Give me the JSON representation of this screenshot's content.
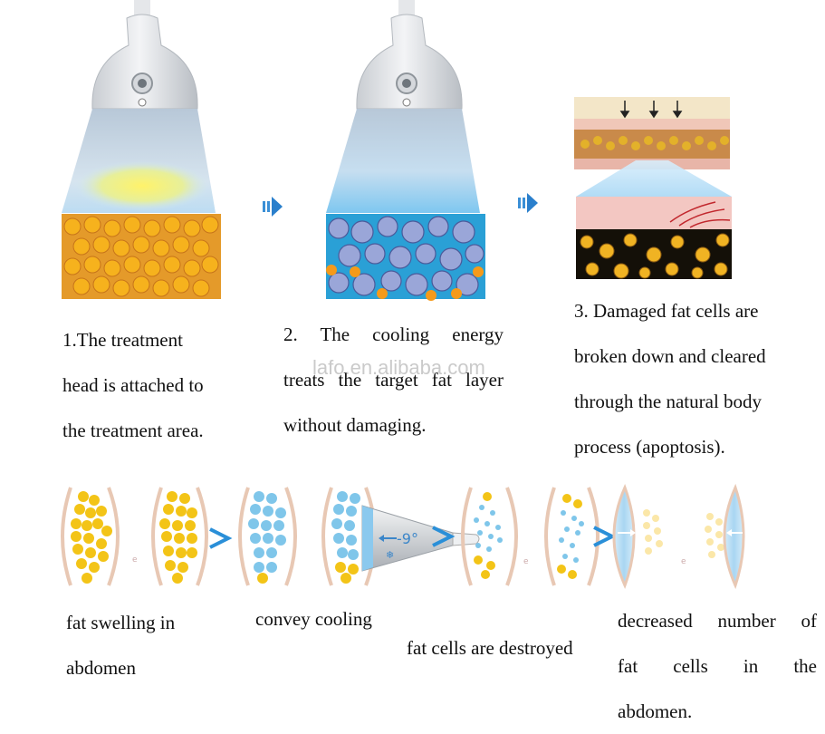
{
  "steps": [
    {
      "lines": [
        "1.The treatment",
        "head is attached to",
        "the treatment area."
      ]
    },
    {
      "lines": [
        "2. The cooling energy",
        "treats the target fat layer",
        "without damaging."
      ]
    },
    {
      "lines": [
        "3. Damaged fat cells are",
        "broken down and cleared",
        "through the natural body",
        "process (apoptosis)."
      ]
    }
  ],
  "watermark": "lafo.en.alibaba.com",
  "process": {
    "temperature": "-9°",
    "captions": {
      "fat_swelling": [
        "fat swelling in",
        "abdomen"
      ],
      "convey_cooling": "convey cooling",
      "cells_destroyed": "fat cells are destroyed",
      "decreased": [
        "decreased number of",
        "fat cells in the",
        "abdomen."
      ]
    }
  },
  "colors": {
    "fat_yellow": "#f3c417",
    "cool_blue": "#7fc6ea",
    "arrow_blue": "#2a8fd8",
    "skin_edge": "#e8c8b4"
  }
}
